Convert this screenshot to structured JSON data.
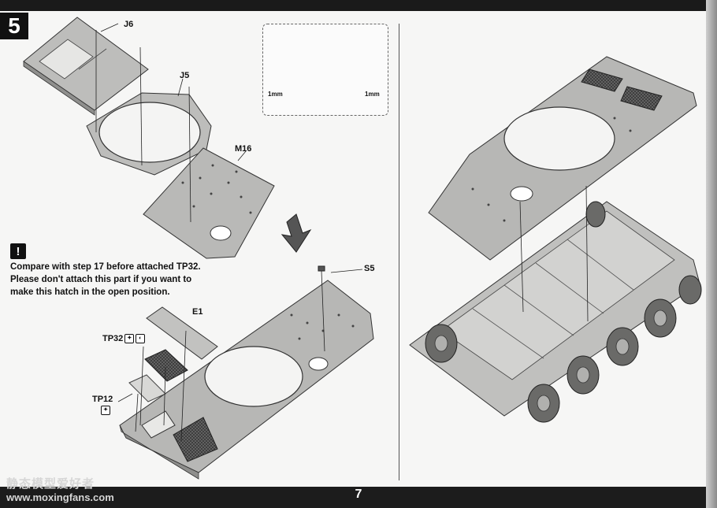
{
  "step": {
    "number": "5"
  },
  "labels": {
    "j6": "J6",
    "j5": "J5",
    "m16": "M16",
    "s5": "S5",
    "e1": "E1",
    "tp32": "TP32",
    "tp12": "TP12"
  },
  "detail": {
    "left_size": "1mm",
    "right_size": "1mm"
  },
  "note": {
    "line1": "Compare with step 17 before attached TP32.",
    "line2": "Please don't attach this part if you want to",
    "line3": "make this hatch in the open position."
  },
  "footer": {
    "page_number": "7",
    "watermark_cn": "静态模型爱好者",
    "watermark_url": "www.moxingfans.com"
  },
  "icons": [
    "zoom-in-icon",
    "warning-icon",
    "drill-icon",
    "arrow-down-icon"
  ],
  "colors": {
    "part_fill": "#b9b9b7",
    "part_dark": "#7a7a78",
    "band": "#1a1a1a"
  }
}
